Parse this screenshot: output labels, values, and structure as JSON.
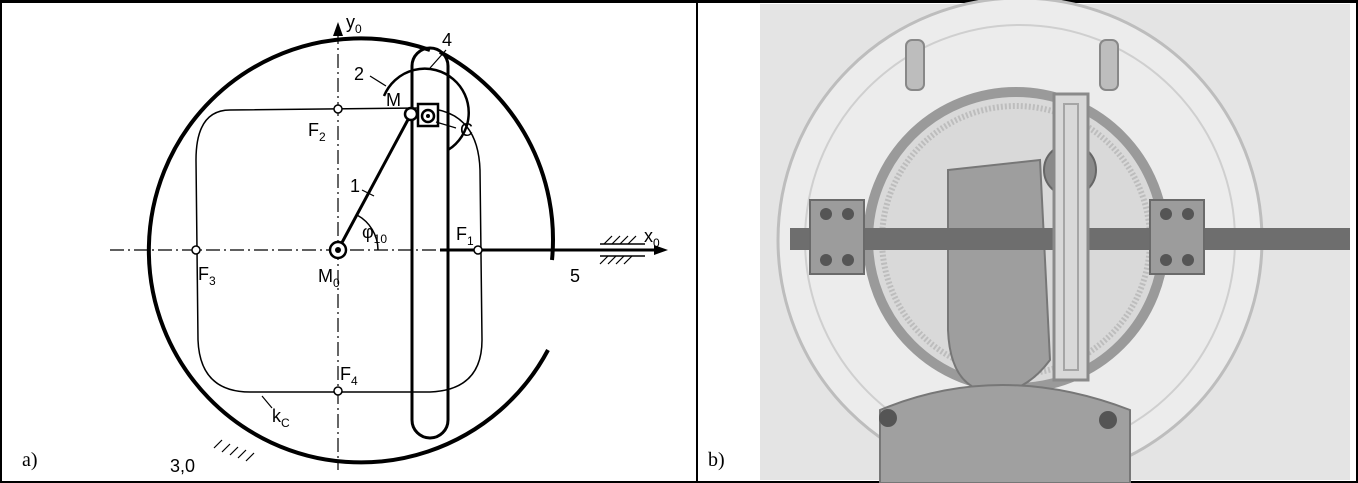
{
  "panel_a": {
    "label": "a)",
    "labels": {
      "y_axis": "y",
      "y_axis_sub": "0",
      "x_axis": "x",
      "x_axis_sub": "0",
      "n4": "4",
      "n2": "2",
      "M": "M",
      "C": "C",
      "F2": "F",
      "F2_sub": "2",
      "n1": "1",
      "phi": "φ",
      "phi_sub": "10",
      "F1": "F",
      "F1_sub": "1",
      "F3": "F",
      "F3_sub": "3",
      "M0": "M",
      "M0_sub": "0",
      "n5": "5",
      "F4": "F",
      "F4_sub": "4",
      "kc": "k",
      "kc_sub": "C",
      "frame": "3,0"
    }
  },
  "panel_b": {
    "label": "b)",
    "photo": "photograph of a planetary gear mechanism with a slotted link on a transparent disk"
  },
  "colors": {
    "line": "#000000",
    "photo_bg": "#e6e6e6",
    "metal": "#8c8c8c"
  }
}
